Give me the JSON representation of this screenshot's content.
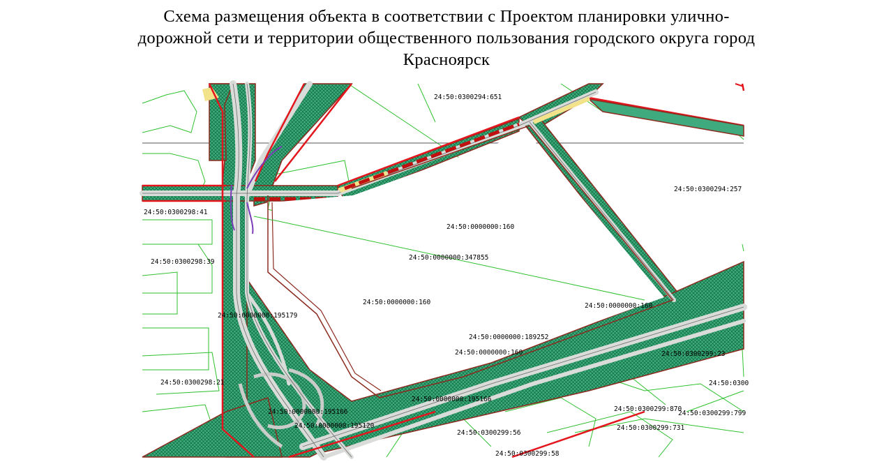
{
  "title": {
    "line1": "Схема размещения объекта в соответствии с Проектом планировки улично-",
    "line2": "дорожной сети и территории общественного пользования городского округа город",
    "line3": "Красноярск"
  },
  "colors": {
    "road_fill": "#3faa7e",
    "hatch": "#0a6a3a",
    "red_line": "#e4161d",
    "brown_line": "#8b2a1e",
    "parcel_line": "#2ec12e",
    "carriageway": "#d9dcd9",
    "lane_marks": "#6b6b6b",
    "purple_line": "#7a3db8",
    "yellow_strip": "#f2e28a"
  },
  "labels": {
    "p651": "24:50:0300294:651",
    "p257": "24:50:0300294:257",
    "p41": "24:50:0300298:41",
    "p39": "24:50:0300298:39",
    "p21": "24:50:0300298:21",
    "p347855": "24:50:0000000:347855",
    "p160a": "24:50:0000000:160",
    "p160b": "24:50:0000000:160",
    "p160c": "24:50:0000000:160",
    "p189252": "24:50:0000000:189252",
    "p195179": "24:50:0000000:195179",
    "p195166": "24:50:0000000:195166",
    "p195120": "24:50:0000000:195120",
    "p23": "24:50:0300299:23",
    "p56": "24:50:0300299:56",
    "p58": "24:50:0300299:58",
    "p799": "24:50:0300299:799",
    "p731": "24:50:0300299:731",
    "p870": "24:50:0300299:870",
    "p030": "24:50:0300"
  }
}
